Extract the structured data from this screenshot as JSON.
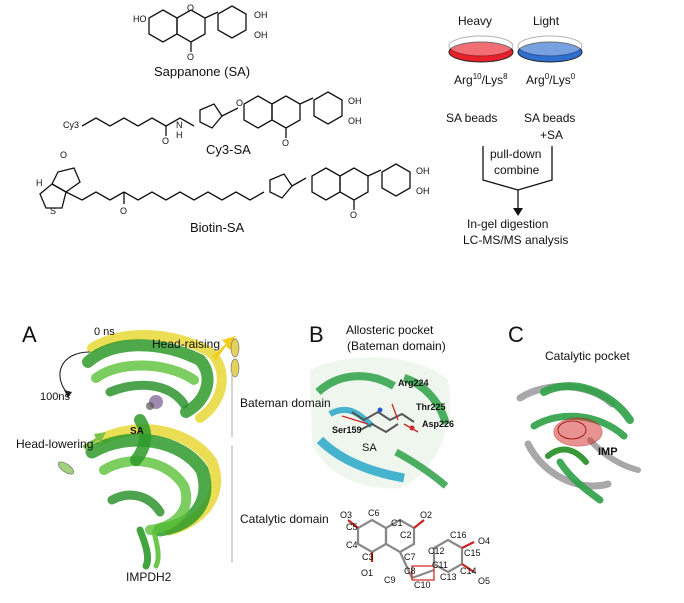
{
  "top_left": {
    "compounds": [
      {
        "name": "Sappanone (SA)"
      },
      {
        "name": "Cy3-SA",
        "prefix": "Cy3"
      },
      {
        "name": "Biotin-SA"
      }
    ],
    "atoms": {
      "ho": "HO",
      "oh": "OH",
      "o": "O",
      "n": "N",
      "h": "H",
      "s": "S",
      "hn": "H",
      "nh": "N"
    }
  },
  "top_right": {
    "heavy_label": "Heavy",
    "light_label": "Light",
    "heavy_sub_a": "Arg",
    "heavy_sup_a": "10",
    "heavy_sub_b": "/Lys",
    "heavy_sup_b": "8",
    "light_sub_a": "Arg",
    "light_sup_a": "0",
    "light_sub_b": "/Lys",
    "light_sup_b": "0",
    "beads_left": "SA beads",
    "beads_right": "SA beads",
    "plus_sa": "+SA",
    "pulldown": "pull-down",
    "combine": "combine",
    "digestion": "In-gel digestion",
    "analysis": "LC-MS/MS analysis",
    "colors": {
      "heavy": "#e8202a",
      "light": "#2e6fd0"
    }
  },
  "panel_a": {
    "letter": "A",
    "zero_ns": "0 ns",
    "hundred_ns": "100ns",
    "head_raising": "Head-raising",
    "head_lowering": "Head-lowering",
    "sa": "SA",
    "bateman": "Bateman domain",
    "catalytic": "Catalytic domain",
    "protein": "IMPDH2"
  },
  "panel_b": {
    "letter": "B",
    "title_1": "Allosteric pocket",
    "title_2": "(Bateman domain)",
    "residues": [
      "Arg224",
      "Thr225",
      "Asp226",
      "Ser159"
    ],
    "sa": "SA",
    "atoms": [
      "O3",
      "C5",
      "C4",
      "C6",
      "C1",
      "C2",
      "O2",
      "C7",
      "C3",
      "O1",
      "C9",
      "C8",
      "C10",
      "C11",
      "C12",
      "C16",
      "C15",
      "O4",
      "C13",
      "C14",
      "O5"
    ]
  },
  "panel_c": {
    "letter": "C",
    "title": "Catalytic pocket",
    "imp": "IMP"
  }
}
